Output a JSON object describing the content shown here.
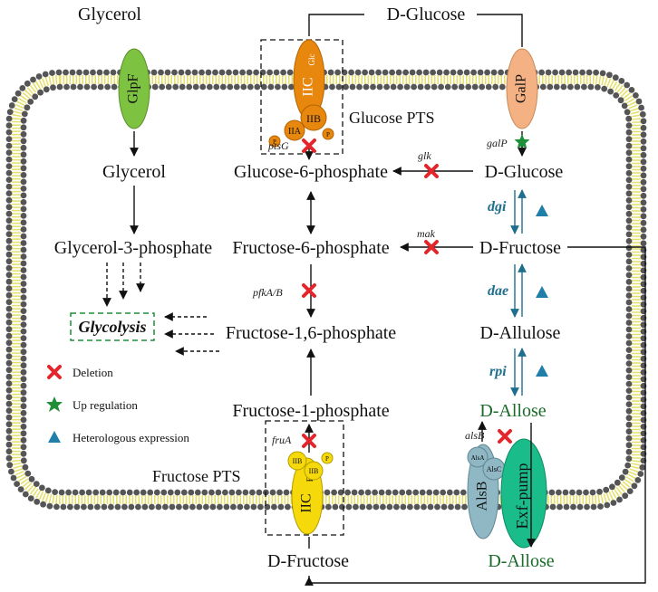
{
  "metabolites": {
    "glycerol_out": "Glycerol",
    "glycerol_in": "Glycerol",
    "glycerol_3p": "Glycerol-3-phosphate",
    "glycolysis": "Glycolysis",
    "d_glucose_out": "D-Glucose",
    "d_glucose_in": "D-Glucose",
    "g6p": "Glucose-6-phosphate",
    "f6p": "Fructose-6-phosphate",
    "f16p": "Fructose-1,6-phosphate",
    "f1p": "Fructose-1-phosphate",
    "d_fructose_in": "D-Fructose",
    "d_fructose_out": "D-Fructose",
    "d_allulose": "D-Allulose",
    "d_allose_in": "D-Allose",
    "d_allose_out": "D-Allose"
  },
  "proteins": {
    "glpf": "GlpF",
    "galp": "GalP",
    "iic_glc": "IIC",
    "iic_glc_sup": "Glc",
    "iib_glc": "IIB",
    "iia_glc": "IIA",
    "p": "P",
    "iic_fru": "IIC",
    "iic_fru_sup": "Fru",
    "iib_fru": "IIB",
    "alsa": "AlsA",
    "alsc": "AlsC",
    "alsb": "AlsB",
    "exf_pump": "Exf-pump"
  },
  "systems": {
    "glucose_pts": "Glucose PTS",
    "fructose_pts": "Fructose PTS"
  },
  "genes": {
    "ptsG": "ptsG",
    "glk": "glk",
    "mak": "mak",
    "pfkAB": "pfkA/B",
    "fruA": "fruA",
    "galP": "galP",
    "dgi": "dgi",
    "dae": "dae",
    "rpi": "rpi",
    "alsB": "alsB"
  },
  "legend": {
    "deletion": "Deletion",
    "up_regulation": "Up regulation",
    "heterologous": "Heterologous expression"
  },
  "colors": {
    "deletion": "#e3262b",
    "up_regulation": "#1f8f3a",
    "heterologous": "#1f7fa8",
    "membrane_head": "#555555",
    "membrane_tail": "#e6df6a",
    "glpf": "#7ec242",
    "galp": "#f4b183",
    "glucose_pts": "#e8870e",
    "fructose_pts": "#f5d90a",
    "alsabc": "#8fb8c4",
    "exf_pump": "#1abc8a",
    "allose_text": "#1a6b2a"
  },
  "icons": {
    "deletion": "red-cross-icon",
    "up_regulation": "green-star-icon",
    "heterologous": "teal-triangle-icon"
  }
}
